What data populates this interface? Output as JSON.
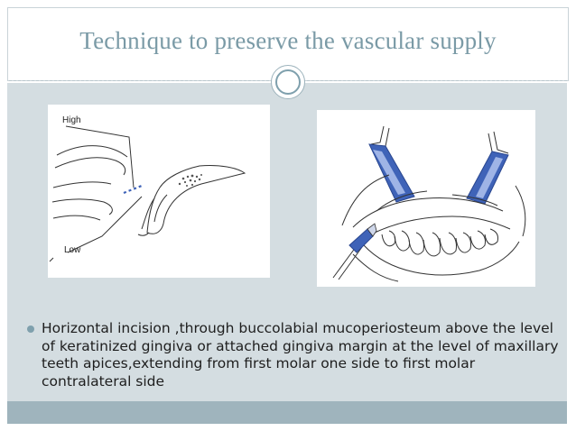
{
  "slide": {
    "title": "Technique to preserve the vascular supply",
    "figure_left": {
      "label_high": "High",
      "label_low": "Low"
    },
    "bullets": [
      "Horizontal incision ,through buccolabial mucoperiosteum above the level of keratinized gingiva or attached gingiva margin at the level of maxillary  teeth apices,extending from first molar one side to first molar contralateral side"
    ]
  },
  "colors": {
    "title": "#7a9aa6",
    "panel": "#d4dde1",
    "bar": "#9fb4bd",
    "accent": "#7fa0ad",
    "retractor_blue": "#3f63b8"
  }
}
